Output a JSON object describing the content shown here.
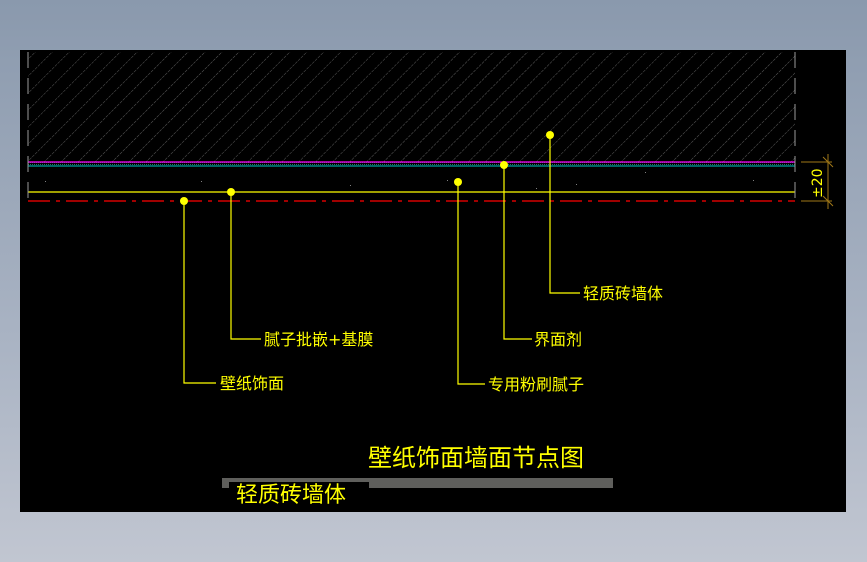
{
  "drawing": {
    "title": "壁纸饰面墙面节点图",
    "subtitle": "轻质砖墙体",
    "dimension": "±20",
    "callouts": [
      {
        "id": "wallpaper",
        "label": "壁纸饰面"
      },
      {
        "id": "putty-base",
        "label": "腻子批嵌+基膜"
      },
      {
        "id": "special-putty",
        "label": "专用粉刷腻子"
      },
      {
        "id": "interface-agent",
        "label": "界面剂"
      },
      {
        "id": "light-brick-wall",
        "label": "轻质砖墙体"
      }
    ]
  },
  "colors": {
    "canvas": "#000000",
    "background": "#8a99ad",
    "annotation": "#ffff00",
    "hatch": "#5a5a5a",
    "magenta_line": "#ff00ff",
    "teal_line": "#00a0a0",
    "red_centerline": "#ff0000",
    "dimension": "#a07818",
    "title_bar": "#5f5f5c"
  }
}
